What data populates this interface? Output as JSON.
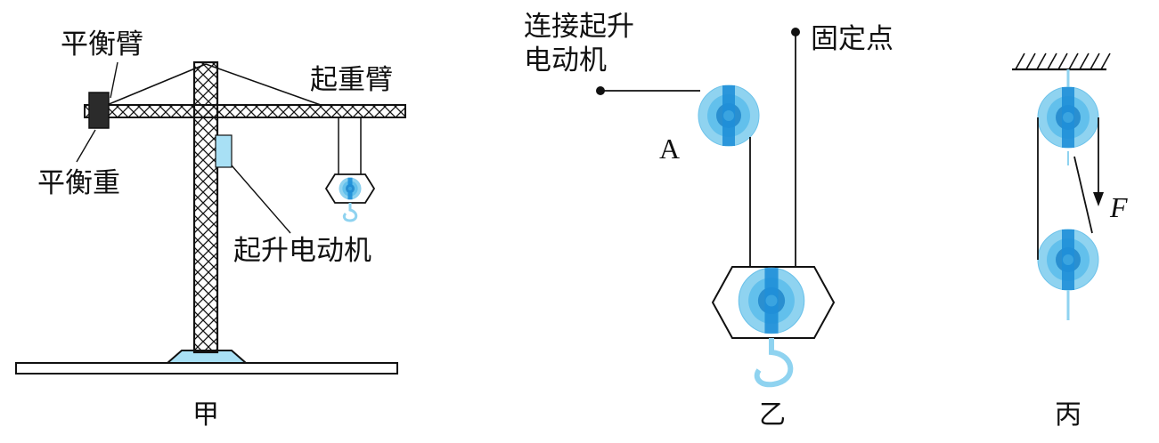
{
  "figure_jia": {
    "caption": "甲",
    "labels": {
      "balance_arm": "平衡臂",
      "lifting_arm": "起重臂",
      "counterweight": "平衡重",
      "hoist_motor": "起升电动机"
    }
  },
  "figure_yi": {
    "caption": "乙",
    "labels": {
      "connect_motor_line1": "连接起升",
      "connect_motor_line2": "电动机",
      "fixed_point": "固定点",
      "pulley_a": "A"
    }
  },
  "figure_bing": {
    "caption": "丙",
    "labels": {
      "force": "F"
    }
  },
  "colors": {
    "pulley_outer": "#8fd3f0",
    "pulley_mid": "#4fb8e8",
    "pulley_core": "#2a8fd0",
    "pulley_band": "#1f8fd8",
    "motor_box": "#a8e0f5",
    "base": "#a8e0f5",
    "line": "#111111"
  },
  "icons": [
    "pulley-icon",
    "hook-icon",
    "ceiling-hatch-icon",
    "force-arrow-icon"
  ]
}
